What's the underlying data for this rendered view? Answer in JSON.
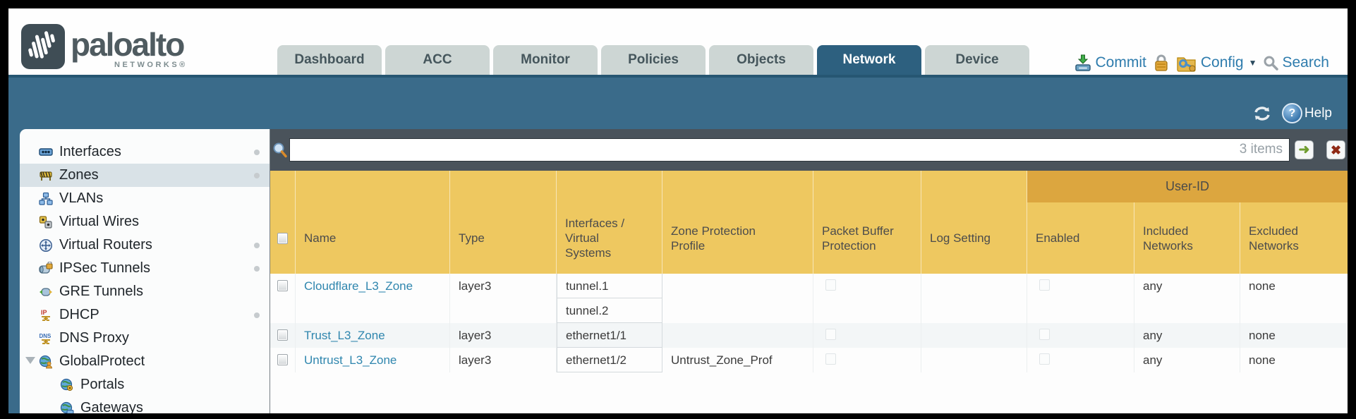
{
  "header": {
    "brand": "paloalto",
    "brand_sub": "NETWORKS®",
    "tabs": [
      {
        "label": "Dashboard"
      },
      {
        "label": "ACC"
      },
      {
        "label": "Monitor"
      },
      {
        "label": "Policies"
      },
      {
        "label": "Objects"
      },
      {
        "label": "Network",
        "selected": true
      },
      {
        "label": "Device"
      }
    ],
    "actions": {
      "commit": "Commit",
      "config": "Config",
      "search": "Search"
    }
  },
  "banner": {
    "help": "Help"
  },
  "sidebar": {
    "items": [
      {
        "label": "Interfaces",
        "icon": "interfaces-icon",
        "dot": true
      },
      {
        "label": "Zones",
        "icon": "zones-icon",
        "dot": true,
        "selected": true
      },
      {
        "label": "VLANs",
        "icon": "vlans-icon"
      },
      {
        "label": "Virtual Wires",
        "icon": "virtual-wires-icon"
      },
      {
        "label": "Virtual Routers",
        "icon": "virtual-routers-icon",
        "dot": true
      },
      {
        "label": "IPSec Tunnels",
        "icon": "ipsec-tunnels-icon",
        "dot": true
      },
      {
        "label": "GRE Tunnels",
        "icon": "gre-tunnels-icon"
      },
      {
        "label": "DHCP",
        "icon": "dhcp-icon",
        "dot": true
      },
      {
        "label": "DNS Proxy",
        "icon": "dns-proxy-icon",
        "dot": true
      },
      {
        "label": "GlobalProtect",
        "icon": "globalprotect-icon",
        "expandable": true,
        "expanded": true
      },
      {
        "label": "Portals",
        "icon": "portals-icon",
        "child": true
      },
      {
        "label": "Gateways",
        "icon": "gateways-icon",
        "child": true
      }
    ]
  },
  "toolbar": {
    "search_value": "",
    "results_count": "3 items"
  },
  "table": {
    "group_header": "User-ID",
    "columns": {
      "name": "Name",
      "type": "Type",
      "interfaces": "Interfaces /\nVirtual\nSystems",
      "zone_protection_profile": "Zone Protection\nProfile",
      "packet_buffer_protection": "Packet Buffer\nProtection",
      "log_setting": "Log Setting",
      "enabled": "Enabled",
      "included_networks": "Included\nNetworks",
      "excluded_networks": "Excluded\nNetworks"
    },
    "rows": [
      {
        "name": "Cloudflare_L3_Zone",
        "type": "layer3",
        "interfaces": [
          "tunnel.1",
          "tunnel.2"
        ],
        "zone_protection_profile": "",
        "packet_buffer_protection": false,
        "log_setting": "",
        "enabled": false,
        "included_networks": "any",
        "excluded_networks": "none"
      },
      {
        "name": "Trust_L3_Zone",
        "type": "layer3",
        "interfaces": [
          "ethernet1/1"
        ],
        "zone_protection_profile": "",
        "packet_buffer_protection": false,
        "log_setting": "",
        "enabled": false,
        "included_networks": "any",
        "excluded_networks": "none"
      },
      {
        "name": "Untrust_L3_Zone",
        "type": "layer3",
        "interfaces": [
          "ethernet1/2"
        ],
        "zone_protection_profile": "Untrust_Zone_Prof",
        "packet_buffer_protection": false,
        "log_setting": "",
        "enabled": false,
        "included_networks": "any",
        "excluded_networks": "none"
      }
    ]
  },
  "colors": {
    "banner_teal": "#3a6b8a",
    "selected_tab": "#2d607f",
    "toolbar_slate": "#4a535b",
    "table_header": "#eec860",
    "group_band": "#dca63f",
    "link_blue": "#2f86ae",
    "action_blue": "#2e7cad",
    "alt_row": "#f3f6f7"
  },
  "icons": {
    "commit-icon": "green down-arrow onto drive tray",
    "lock-icon": "gold padlock",
    "config-icon": "gold folder with blue key",
    "search-icon": "gray magnifier",
    "refresh-icon": "circular arrows",
    "help-icon": "blue circle question mark",
    "filter-search-icon": "blue magnifier orange handle",
    "apply-filter-icon": "green right arrow button",
    "clear-filter-icon": "red x button"
  }
}
